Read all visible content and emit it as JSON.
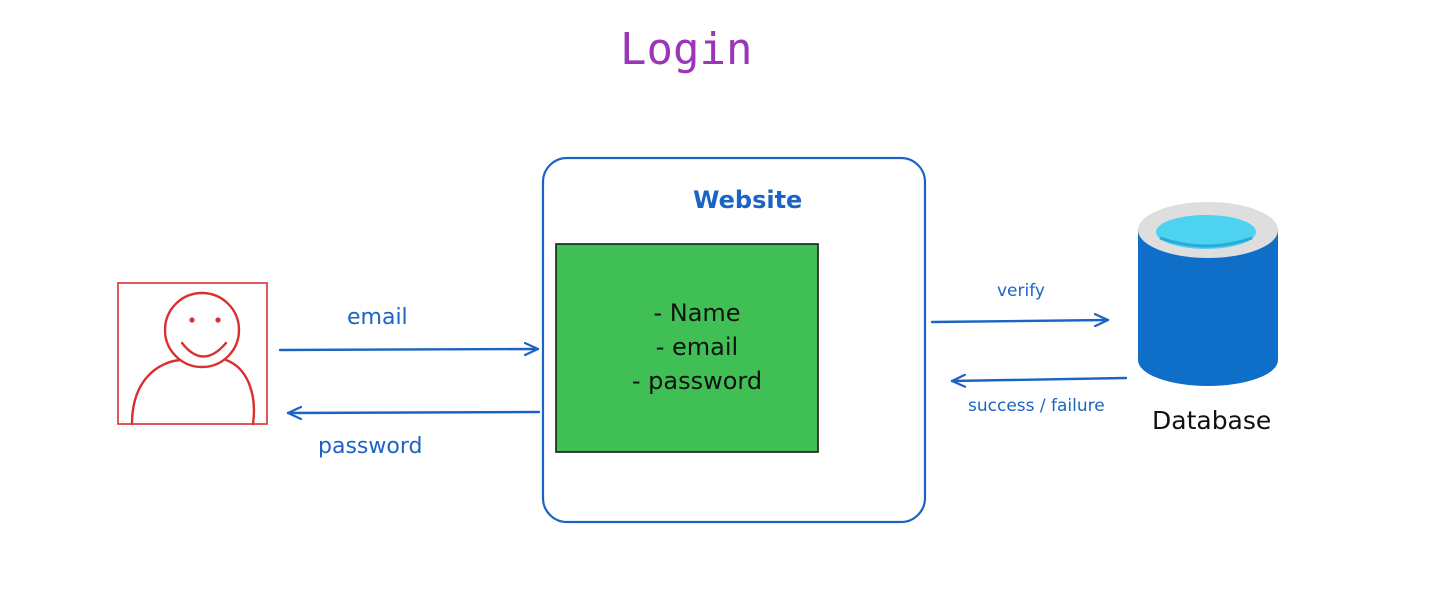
{
  "title": "Login",
  "user": {
    "icon": "person-smiley-icon"
  },
  "arrows": {
    "email": "email",
    "password": "password",
    "verify": "verify",
    "success_failure": "success / failure"
  },
  "website": {
    "label": "Website",
    "form_fields": [
      "- Name",
      "- email",
      "- password"
    ]
  },
  "database": {
    "label": "Database",
    "icon": "database-cylinder-icon"
  },
  "colors": {
    "title": "#9a36b7",
    "flow": "#1c64c4",
    "user": "#d9302f",
    "form": "#40bf55",
    "database_body": "#0f6fc8",
    "database_top": "#4dd2f0"
  }
}
